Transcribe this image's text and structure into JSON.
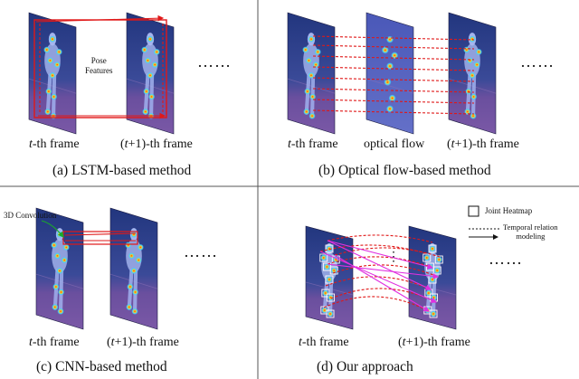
{
  "panels": {
    "a": {
      "caption": "(a)   LSTM-based method",
      "frame_t": {
        "var": "t",
        "suffix": "-th frame"
      },
      "frame_t1": {
        "pre": "(",
        "var": "t",
        "suffix": "+1)-th frame"
      },
      "annotation_line1": "Pose",
      "annotation_line2": "Features",
      "ellipsis": "……"
    },
    "b": {
      "caption": "(b)   Optical flow-based method",
      "frame_t": {
        "var": "t",
        "suffix": "-th frame"
      },
      "frame_mid": "optical flow",
      "frame_t1": {
        "pre": "(",
        "var": "t",
        "suffix": "+1)-th frame"
      },
      "ellipsis": "……"
    },
    "c": {
      "caption": "(c)   CNN-based method",
      "annotation": "3D Convolution",
      "frame_t": {
        "var": "t",
        "suffix": "-th frame"
      },
      "frame_t1": {
        "pre": "(",
        "var": "t",
        "suffix": "+1)-th frame"
      },
      "ellipsis": "……"
    },
    "d": {
      "caption": "(d)   Our approach",
      "frame_t": {
        "var": "t",
        "suffix": "-th frame"
      },
      "frame_t1": {
        "pre": "(",
        "var": "t",
        "suffix": "+1)-th frame"
      },
      "ellipsis": "……",
      "mid_dots": "⋮",
      "legend": {
        "heatmap": "Joint Heatmap",
        "relation_line1": "Temporal relation",
        "relation_line2": "modeling"
      }
    }
  },
  "colors": {
    "frame_top": "#2a3f8c",
    "frame_bottom": "#6a4a9c",
    "flow_frame": "#5a68c0",
    "link_red": "#e01818",
    "link_magenta": "#e030e0",
    "annotation_green": "#1aaa2a",
    "divider": "#555555"
  }
}
